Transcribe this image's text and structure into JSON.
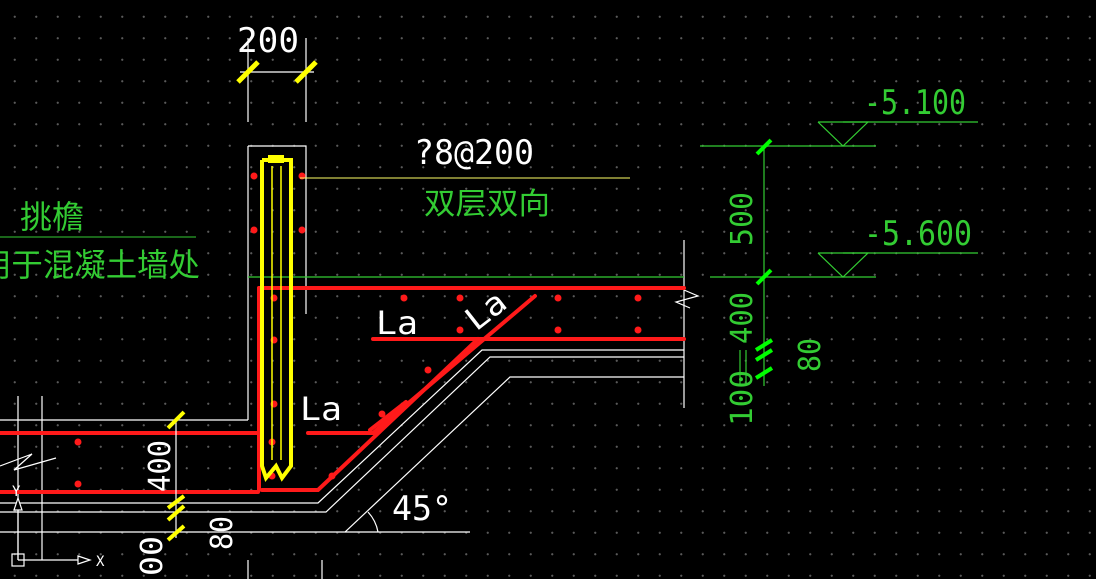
{
  "colors": {
    "background": "#000000",
    "grid_dot": "#5a5a5a",
    "outline": "#ffffff",
    "rebar": "#ff1a1a",
    "tie_bar": "#ffff00",
    "dimension": "#00ff00",
    "annotation": "#33cc33",
    "leader": "#ffff66"
  },
  "labels": {
    "width_dim": "200",
    "rebar_spec": "?8@200",
    "rebar_note": "双层双向",
    "eave_title": "挑檐",
    "wall_note": "用于混凝土墙处",
    "elev_top": "-5.100",
    "elev_bottom": "-5.600",
    "dim_500": "500",
    "dim_400_right": "400",
    "dim_80_right": "80",
    "dim_100_right": "100",
    "dim_400_left": "400",
    "dim_80_left": "80",
    "dim_00_left": "00",
    "la_1": "La",
    "la_2": "La",
    "la_3": "La",
    "angle": "45°",
    "axis_y": "Y",
    "axis_x": "X"
  }
}
